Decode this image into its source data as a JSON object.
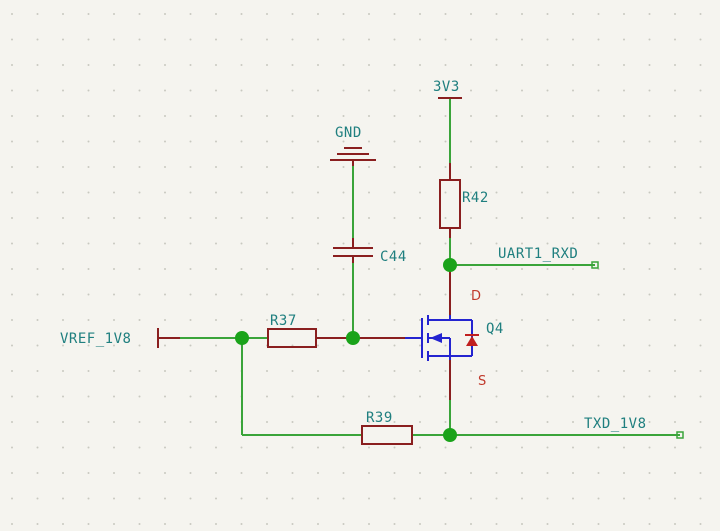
{
  "diagram": {
    "colors": {
      "background": "#f5f4ef",
      "grid_dot": "#c8c8c0",
      "wire": "#3aa43a",
      "component": "#8a1f1f",
      "mosfet": "#2424d0",
      "label_text": "#1f7f7f",
      "pin_annotation": "#c0392b",
      "junction": "#1aa31a"
    },
    "power": {
      "v3v3": "3V3",
      "gnd": "GND"
    },
    "nets": {
      "vref": "VREF_1V8",
      "uart_rxd": "UART1_RXD",
      "txd": "TXD_1V8"
    },
    "components": {
      "r42": "R42",
      "c44": "C44",
      "r37": "R37",
      "r39": "R39",
      "q4": "Q4"
    },
    "pins": {
      "drain": "D",
      "source": "S"
    }
  }
}
